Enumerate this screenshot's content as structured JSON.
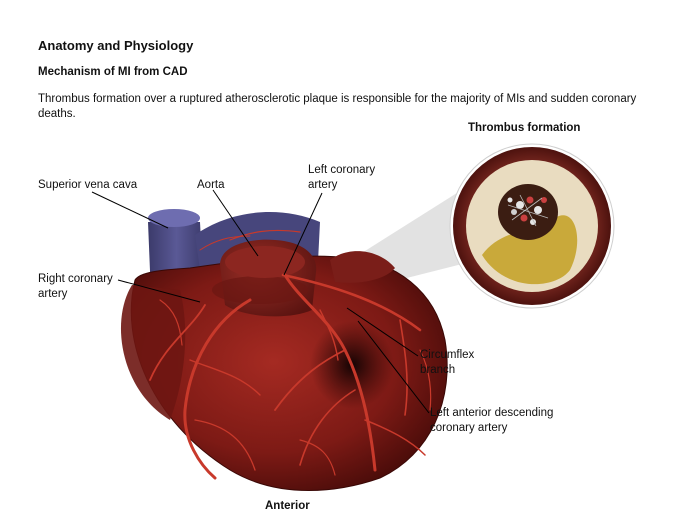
{
  "header": {
    "title": "Anatomy and Physiology",
    "subtitle": "Mechanism of MI from CAD",
    "description": "Thrombus formation over a ruptured atherosclerotic plaque is responsible for the majority of MIs and sudden coronary deaths."
  },
  "inset": {
    "title": "Thrombus formation"
  },
  "labels": {
    "superior_vena_cava": "Superior vena cava",
    "aorta": "Aorta",
    "left_coronary_line1": "Left coronary",
    "left_coronary_line2": "artery",
    "right_coronary_line1": "Right coronary",
    "right_coronary_line2": "artery",
    "circumflex_line1": "Circumflex",
    "circumflex_line2": "branch",
    "lad_line1": "Left anterior descending",
    "lad_line2": "coronary artery"
  },
  "footer": {
    "view": "Anterior"
  },
  "colors": {
    "heart": "#8a1e18",
    "heart_dark": "#4a0c0a",
    "artery": "#c8392b",
    "vena_cava": "#4b4a80",
    "plaque": "#c9a93a",
    "vessel_wall": "#e9dcc0"
  }
}
